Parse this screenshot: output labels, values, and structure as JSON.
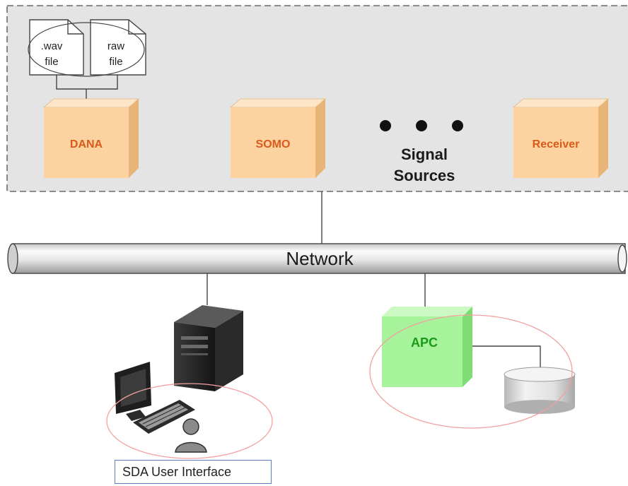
{
  "files": [
    {
      "line1": ".wav",
      "line2": "file"
    },
    {
      "line1": "raw",
      "line2": "file"
    }
  ],
  "sources": [
    {
      "label": "DANA"
    },
    {
      "label": "SOMO"
    },
    {
      "label": "Receiver"
    }
  ],
  "signal_sources_label": {
    "line1": "Signal",
    "line2": "Sources"
  },
  "network_label": "Network",
  "apc_label": "APC",
  "ui_caption": "SDA User Interface",
  "colors": {
    "source_box_front": "#fcd3a0",
    "source_box_top": "#fde6c7",
    "source_box_side": "#e9b478",
    "apc_front": "#a7f39b",
    "apc_top": "#ccf9c3",
    "apc_side": "#7fdc72",
    "highlight_ellipse": "#f2a0a0",
    "group_background": "#e4e4e4"
  }
}
